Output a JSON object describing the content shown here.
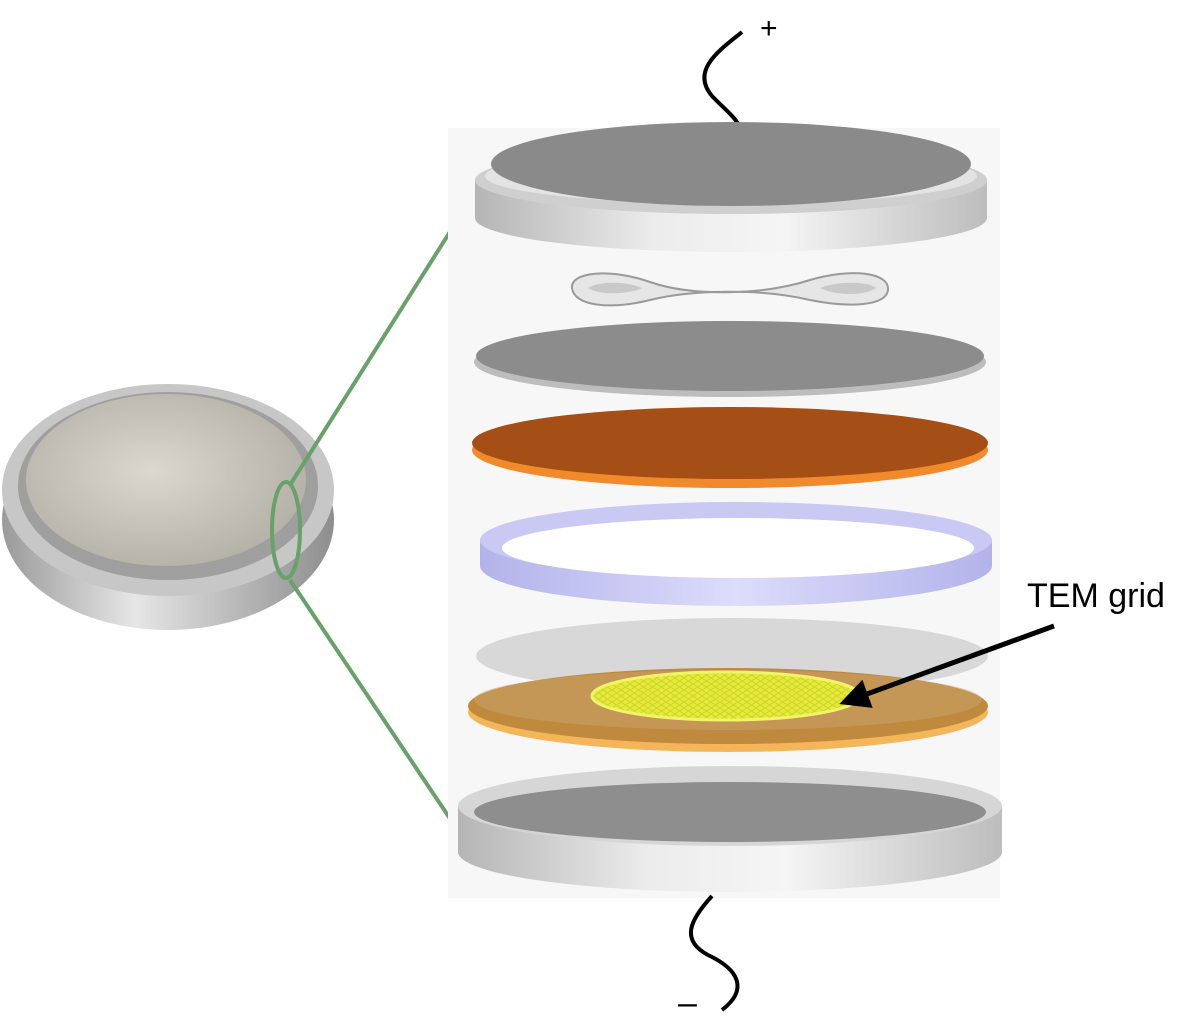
{
  "terminals": {
    "positive": "+",
    "negative": "–"
  },
  "annotations": {
    "tem_grid": "TEM grid"
  },
  "colors": {
    "zoom_lines": "#6aa06a",
    "casing_top": "#8a8a8a",
    "casing_rim": "#d4d4d4",
    "copper_foil": "#a54e16",
    "separator_ring": "#c9c9f4",
    "grid_support": "#bf8a3e",
    "tem_grid": "#e8ec3a",
    "arrow": "#000000"
  },
  "components": [
    "top-cap",
    "spring-washer",
    "spacer-disc",
    "copper-foil",
    "separator-ring",
    "thin-disc",
    "tem-grid-disc",
    "bottom-can"
  ]
}
